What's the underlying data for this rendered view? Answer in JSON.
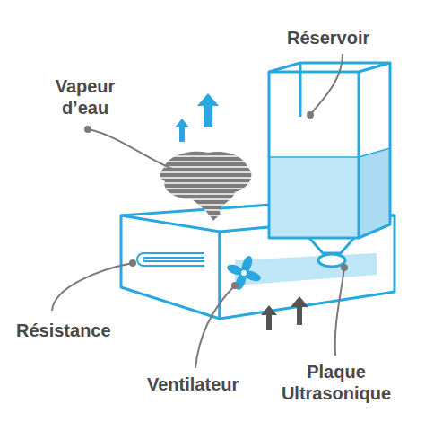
{
  "diagram": {
    "labels": [
      "Réservoir",
      "Vapeur d’eau",
      "Résistance",
      "Ventilateur",
      "Plaque Ultrasonique"
    ]
  }
}
